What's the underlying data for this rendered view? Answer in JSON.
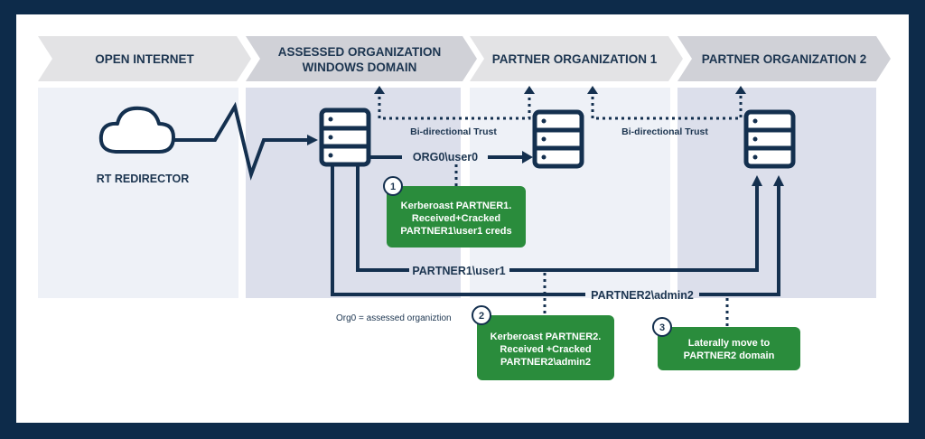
{
  "headers": [
    "OPEN INTERNET",
    "ASSESSED ORGANIZATION",
    "WINDOWS DOMAIN",
    "PARTNER ORGANIZATION 1",
    "PARTNER ORGANIZATION 2"
  ],
  "redirector_label": "RT REDIRECTOR",
  "trust_label_1": "Bi-directional Trust",
  "trust_label_2": "Bi-directional Trust",
  "arrow_labels": {
    "org0_user0": "ORG0\\user0",
    "partner1_user1": "PARTNER1\\user1",
    "partner2_admin2": "PARTNER2\\admin2"
  },
  "steps": [
    {
      "number": "1",
      "lines": [
        "Kerberoast PARTNER1.",
        "Received+Cracked",
        "PARTNER1\\user1 creds"
      ]
    },
    {
      "number": "2",
      "lines": [
        "Kerberoast PARTNER2.",
        "Received +Cracked",
        "PARTNER2\\admin2"
      ]
    },
    {
      "number": "3",
      "lines": [
        "Laterally move to",
        "PARTNER2 domain"
      ]
    }
  ],
  "footnote": "Org0 = assessed organiztion",
  "colors": {
    "frame": "#0d2b4a",
    "navy": "#14304f",
    "green": "#2a8c3c",
    "header_band": "#e3e3e5",
    "panel_light": "#eef1f7",
    "panel_dark": "#dcdfeb"
  }
}
